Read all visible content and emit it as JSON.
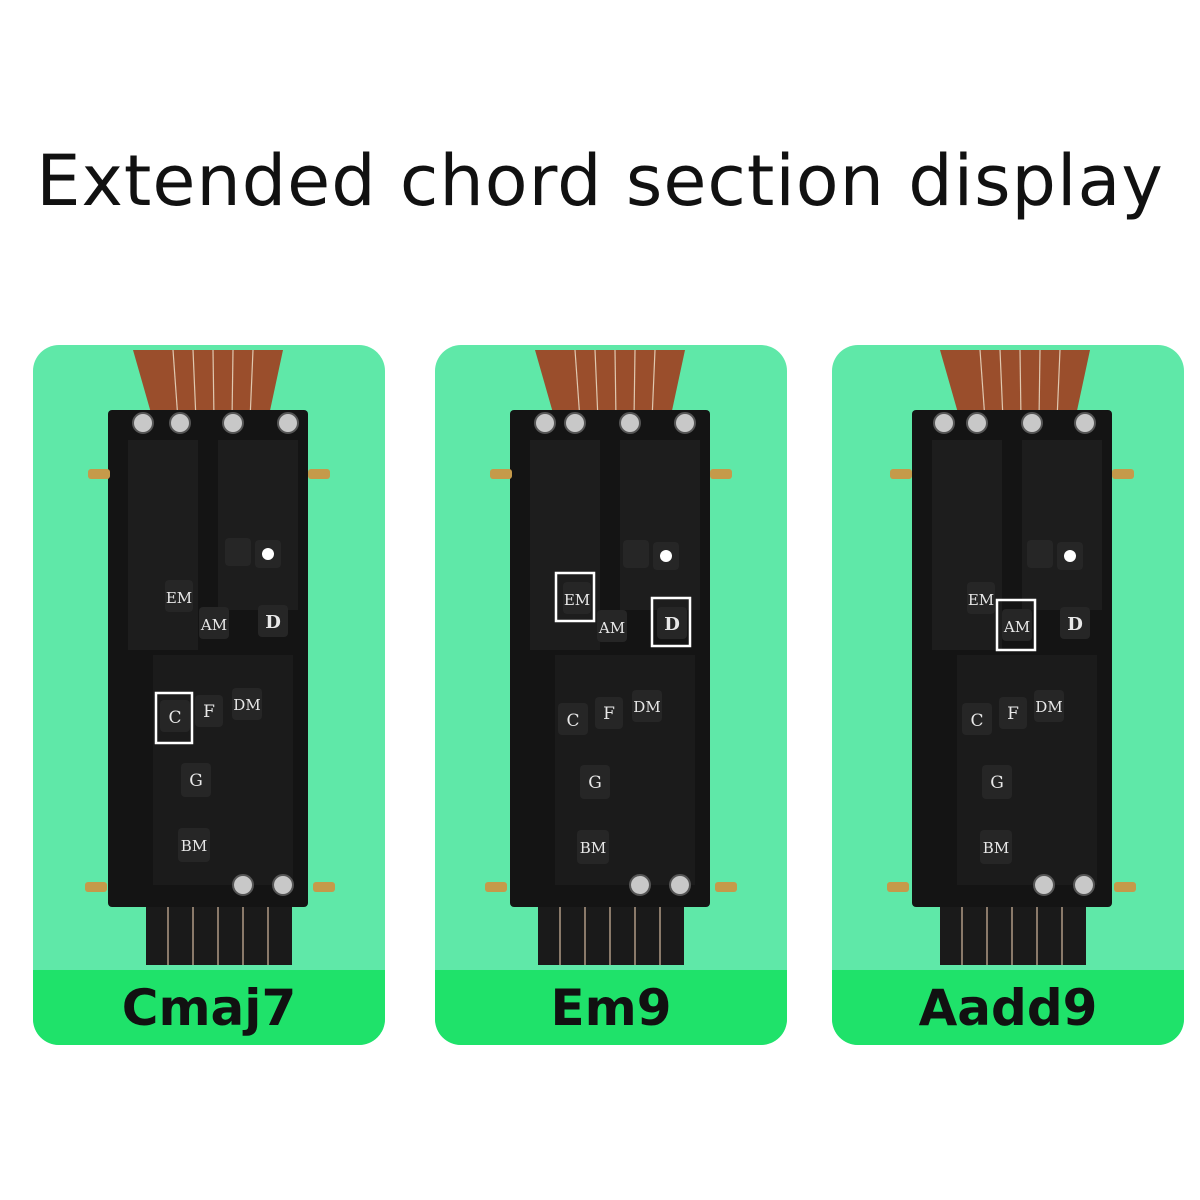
{
  "header": {
    "title": "Extended chord section display"
  },
  "panels": [
    {
      "chord": "Cmaj7",
      "highlighted": [
        "C"
      ]
    },
    {
      "chord": "Em9",
      "highlighted": [
        "EM",
        "D"
      ]
    },
    {
      "chord": "Aadd9",
      "highlighted": [
        "AM"
      ]
    }
  ],
  "keys": {
    "em": "EM",
    "am": "AM",
    "d": "D",
    "c": "C",
    "f": "F",
    "dm": "DM",
    "g": "G",
    "bm": "BM"
  },
  "colors": {
    "panel_bg": "#5fe8a8",
    "label_bg": "#1fe26a",
    "device": "#141414",
    "neck_wood": "#9a4e2c",
    "highlight": "#ffffff"
  }
}
